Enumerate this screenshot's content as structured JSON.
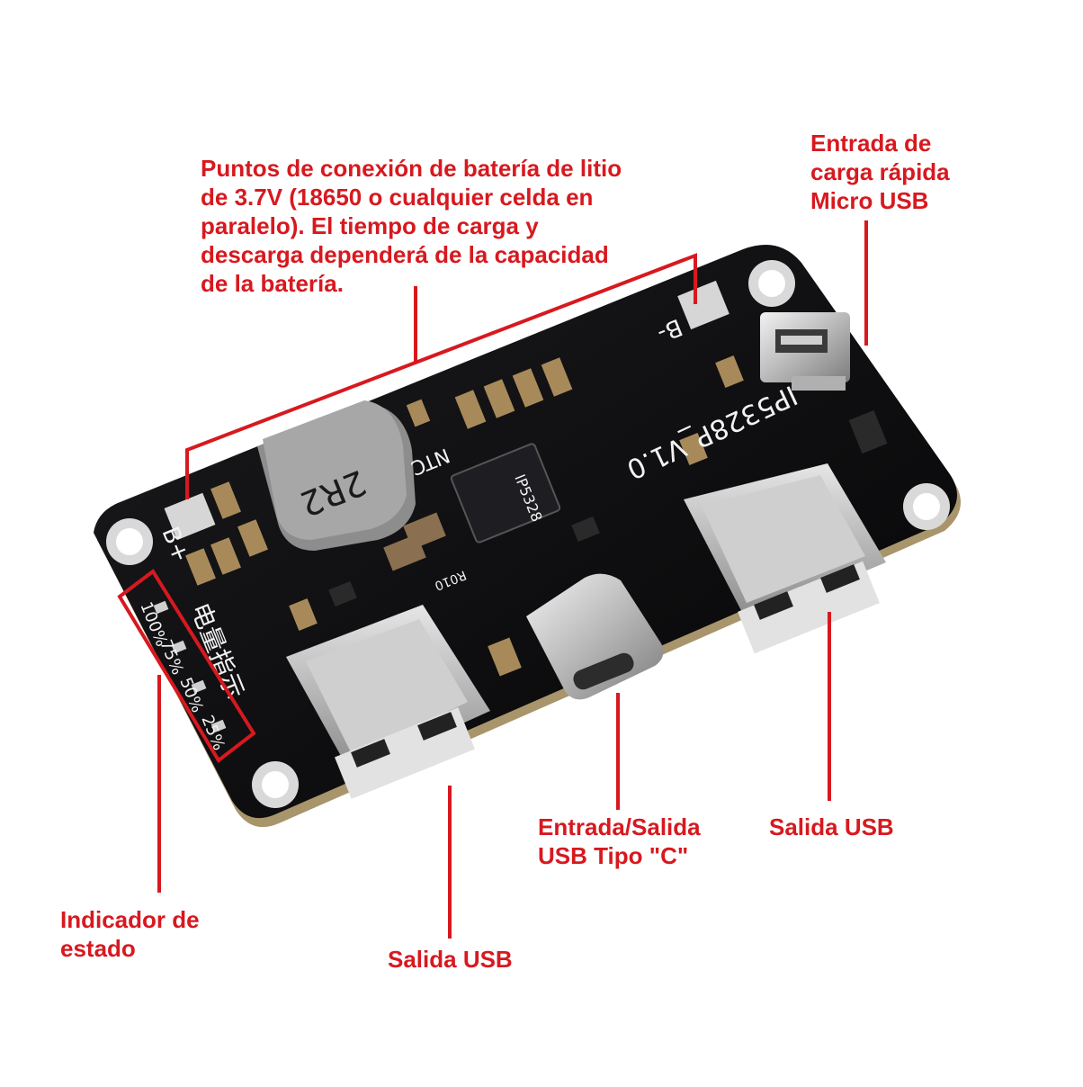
{
  "callouts": {
    "battery": "Puntos de conexión de batería de litio\nde 3.7V (18650 o cualquier celda en\nparalelo). El tiempo de carga y\ndescarga dependerá de la capacidad\nde la batería.",
    "micro_usb": "Entrada de\ncarga rápida\nMicro USB",
    "usb_c": "Entrada/Salida\nUSB Tipo \"C\"",
    "usb_out_right": "Salida USB",
    "usb_out_left": "Salida USB",
    "status": "Indicador de\nestado"
  },
  "board_markings": {
    "model": "IP5328P_V1.0",
    "inductor": "2R2",
    "ntc": "NTC",
    "b_minus": "B-",
    "b_plus": "B+",
    "chip": "IP5328",
    "resistor": "R010",
    "indicator_title": "电量指示",
    "level_100": "100%",
    "level_75": "75%",
    "level_50": "50%",
    "level_25": "25%"
  },
  "colors": {
    "annotation": "#d7191f",
    "pcb": "#0d0d0f",
    "silkscreen": "#f2f2f2"
  }
}
